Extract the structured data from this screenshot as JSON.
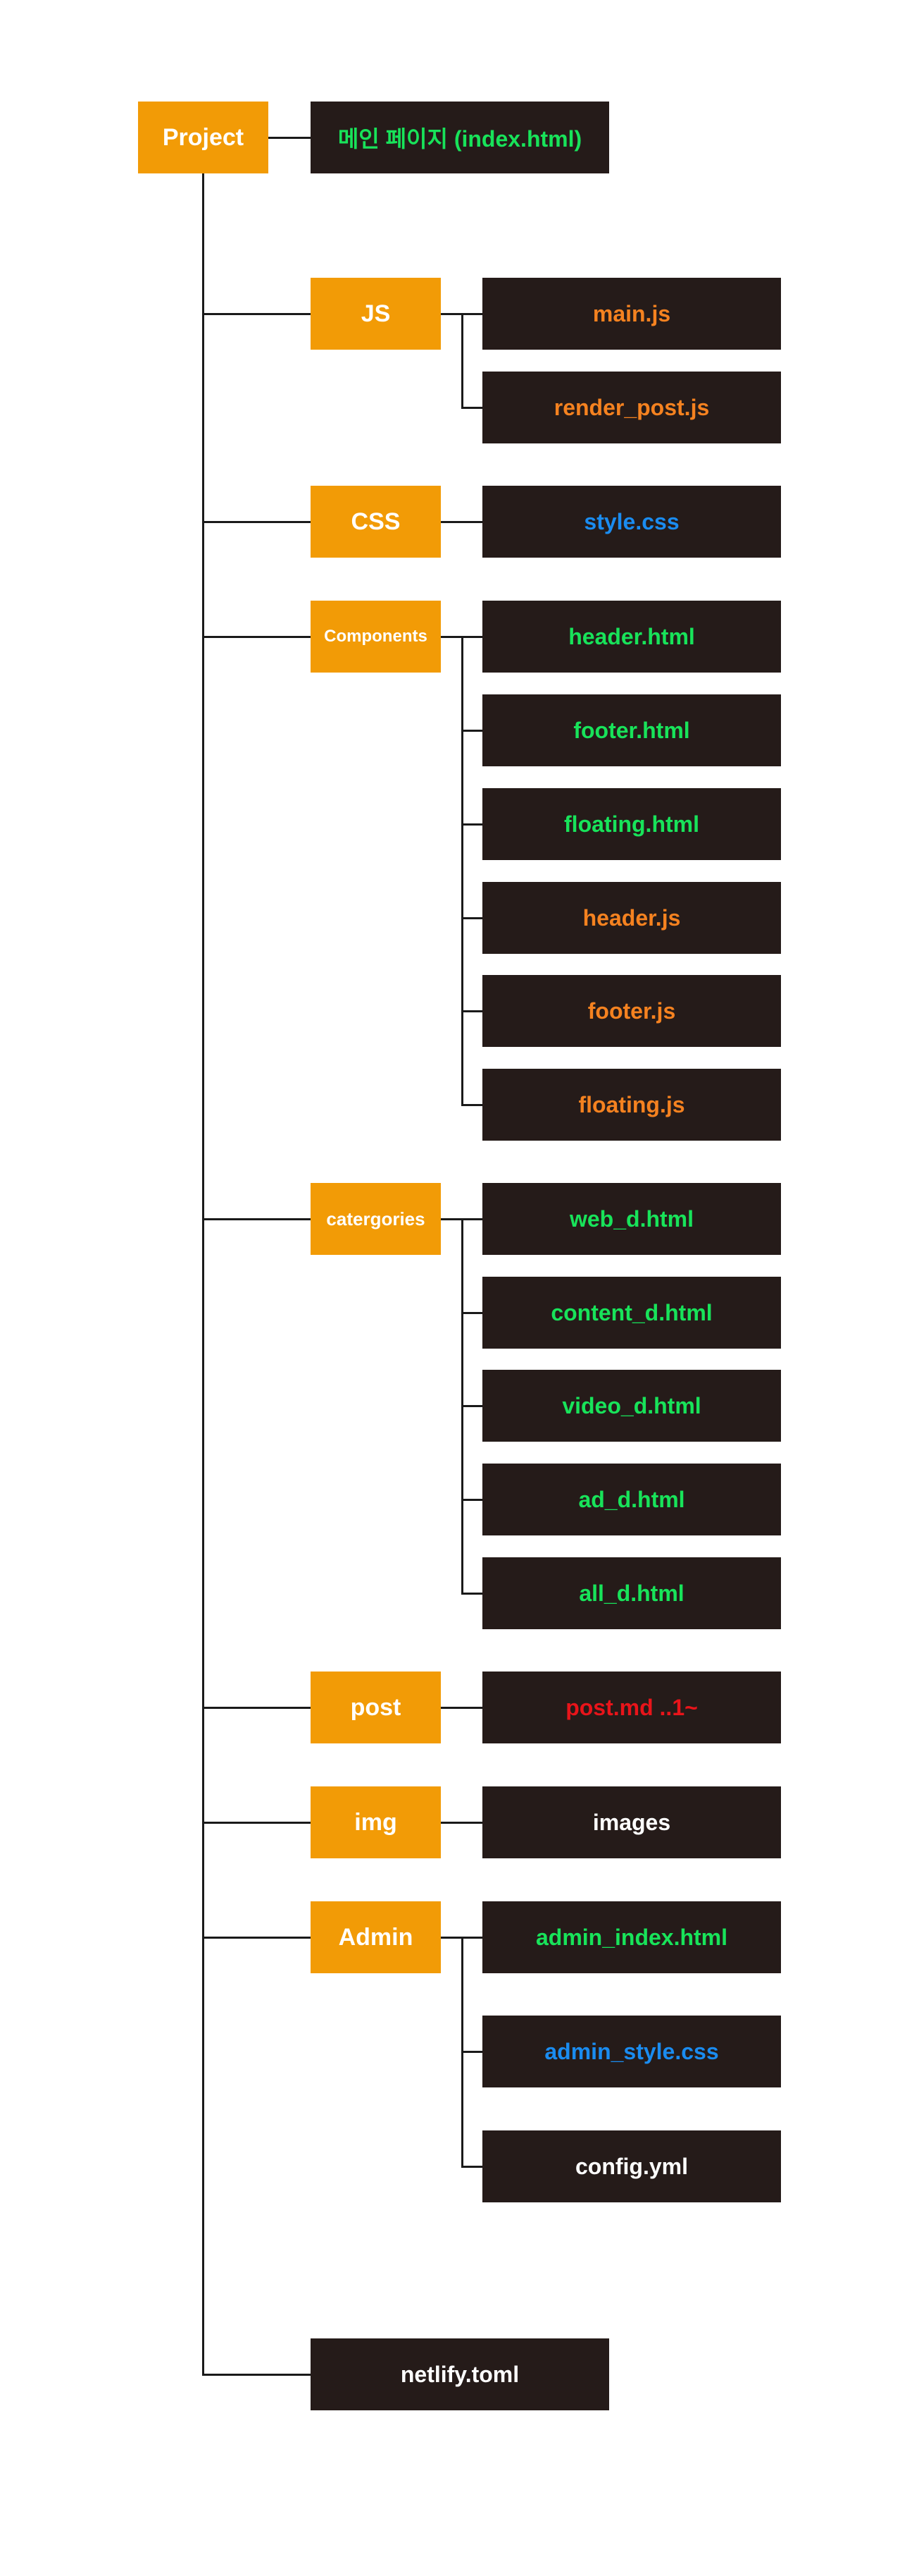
{
  "colors": {
    "folder_bg": "#f29b06",
    "file_bg": "#251b19",
    "line": "#1a1a1a",
    "html": "#18e35a",
    "js": "#f58220",
    "css": "#1a8cf0",
    "md": "#e8141a",
    "plain": "#ffffff"
  },
  "tree": {
    "root": "Project",
    "root_file": "메인 페이지 (index.html)",
    "folders": [
      {
        "name": "JS",
        "files": [
          "main.js",
          "render_post.js"
        ]
      },
      {
        "name": "CSS",
        "files": [
          "style.css"
        ]
      },
      {
        "name": "Components",
        "files": [
          "header.html",
          "footer.html",
          "floating.html",
          "header.js",
          "footer.js",
          "floating.js"
        ]
      },
      {
        "name": "catergories",
        "files": [
          "web_d.html",
          "content_d.html",
          "video_d.html",
          "ad_d.html",
          "all_d.html"
        ]
      },
      {
        "name": "post",
        "files": [
          "post.md ..1~"
        ]
      },
      {
        "name": "img",
        "files": [
          "images"
        ]
      },
      {
        "name": "Admin",
        "files": [
          "admin_index.html",
          "admin_style.css",
          "config.yml"
        ]
      }
    ],
    "bottom_file": "netlify.toml"
  }
}
